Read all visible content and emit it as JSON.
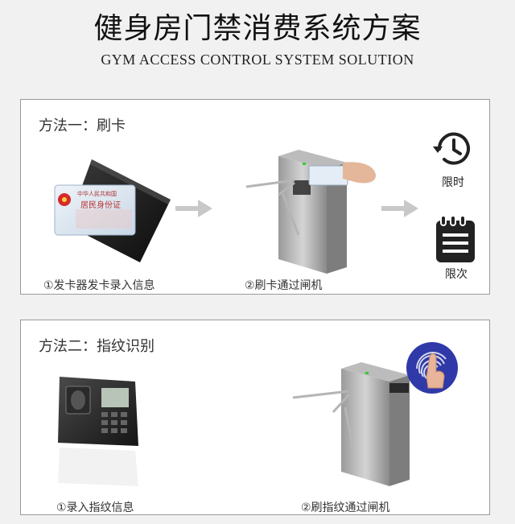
{
  "header": {
    "title": "健身房门禁消费系统方案",
    "subtitle": "GYM ACCESS CONTROL SYSTEM SOLUTION"
  },
  "method1": {
    "title": "方法一：刷卡",
    "step1_caption": "①发卡器发卡录入信息",
    "step2_caption": "②刷卡通过闸机",
    "card_line1": "中华人民共和国",
    "card_line2": "居民身份证",
    "time_limit_label": "限时",
    "count_limit_label": "限次"
  },
  "method2": {
    "title": "方法二：指纹识别",
    "step1_caption": "①录入指纹信息",
    "step2_caption": "②刷指纹通过闸机"
  },
  "colors": {
    "arrow": "#c8c8c8",
    "icon_dark": "#222222",
    "fingerprint_blue": "#2f3aa8",
    "gate_steel": "#a9a9a9"
  },
  "icons": [
    "history-clock-icon",
    "notepad-list-icon",
    "fingerprint-icon"
  ]
}
